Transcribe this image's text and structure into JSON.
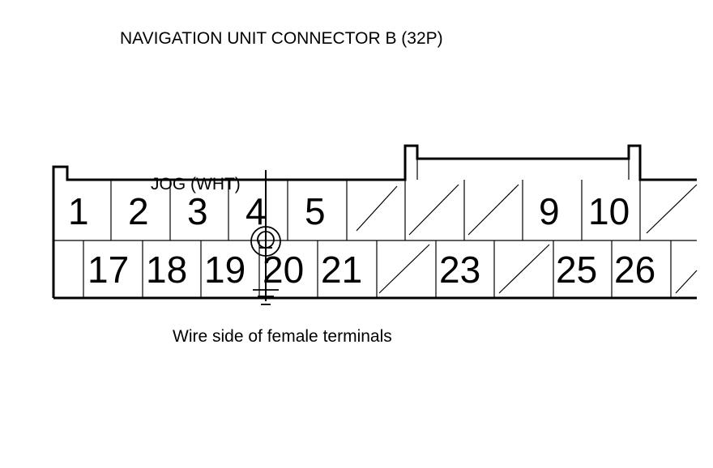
{
  "title": "NAVIGATION UNIT CONNECTOR B (32P)",
  "caption": "Wire side of female terminals",
  "jog_label": "JOG (WHT)",
  "ground_symbol": "ground-icon",
  "top_row": [
    "1",
    "2",
    "3",
    "4",
    "5",
    "",
    "",
    "",
    "9",
    "10",
    ""
  ],
  "bottom_row": [
    "",
    "17",
    "18",
    "19",
    "20",
    "21",
    "",
    "23",
    "",
    "25",
    "26",
    ""
  ]
}
